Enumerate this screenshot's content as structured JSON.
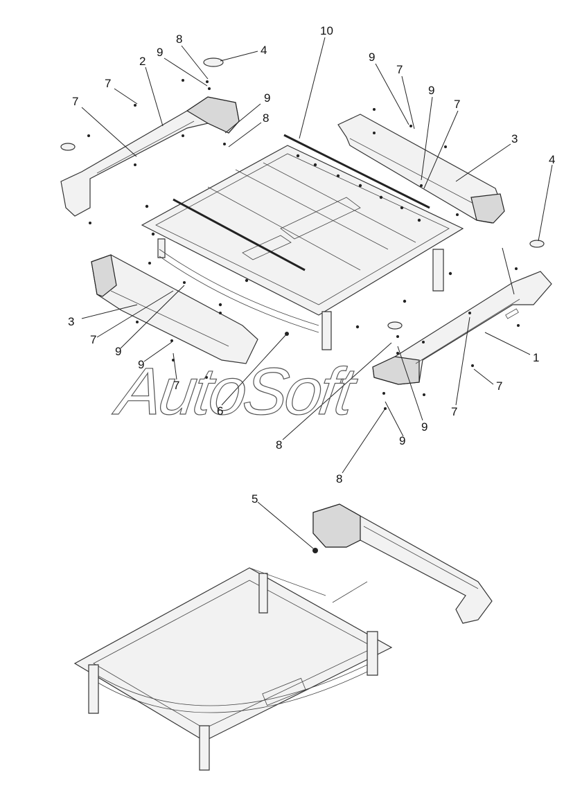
{
  "watermark": "AutoSoft",
  "callouts": {
    "c10": "10",
    "c8a": "8",
    "c4a": "4",
    "c9a": "9",
    "c2": "2",
    "c7a": "7",
    "c7b": "7",
    "c9b": "9",
    "c8b": "8",
    "c9c": "9",
    "c7c": "7",
    "c9d": "9",
    "c7d": "7",
    "c3a": "3",
    "c4b": "4",
    "c1": "1",
    "c7e": "7",
    "c7f": "7",
    "c3b": "3",
    "c7g": "7",
    "c9e": "9",
    "c9f": "9",
    "c7h": "7",
    "c6": "6",
    "c8c": "8",
    "c9g": "9",
    "c9h": "9",
    "c8d": "8",
    "c5": "5"
  },
  "colors": {
    "line": "#222222",
    "part_fill": "#f2f2f2",
    "shade": "#d8d8d8"
  }
}
